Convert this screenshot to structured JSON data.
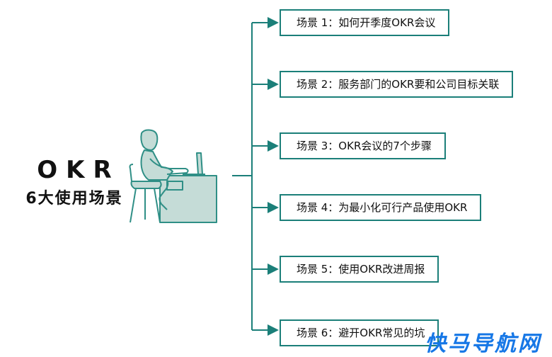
{
  "center": {
    "title": "OKR",
    "subtitle": "6大使用场景"
  },
  "branches": [
    {
      "label": "场景 1：如何开季度OKR会议"
    },
    {
      "label": "场景 2：服务部门的OKR要和公司目标关联"
    },
    {
      "label": "场景 3：OKR会议的7个步骤"
    },
    {
      "label": "场景 4：为最小化可行产品使用OKR"
    },
    {
      "label": "场景 5：使用OKR改进周报"
    },
    {
      "label": "场景 6：避开OKR常见的坑"
    }
  ],
  "watermark": "快马导航网",
  "colors": {
    "connector": "#1b7f79",
    "illustration_fill": "#c5dcd7",
    "illustration_stroke": "#2f8f86",
    "watermark": "#1677e6"
  },
  "icons": [
    "person-at-desk-illustration"
  ]
}
